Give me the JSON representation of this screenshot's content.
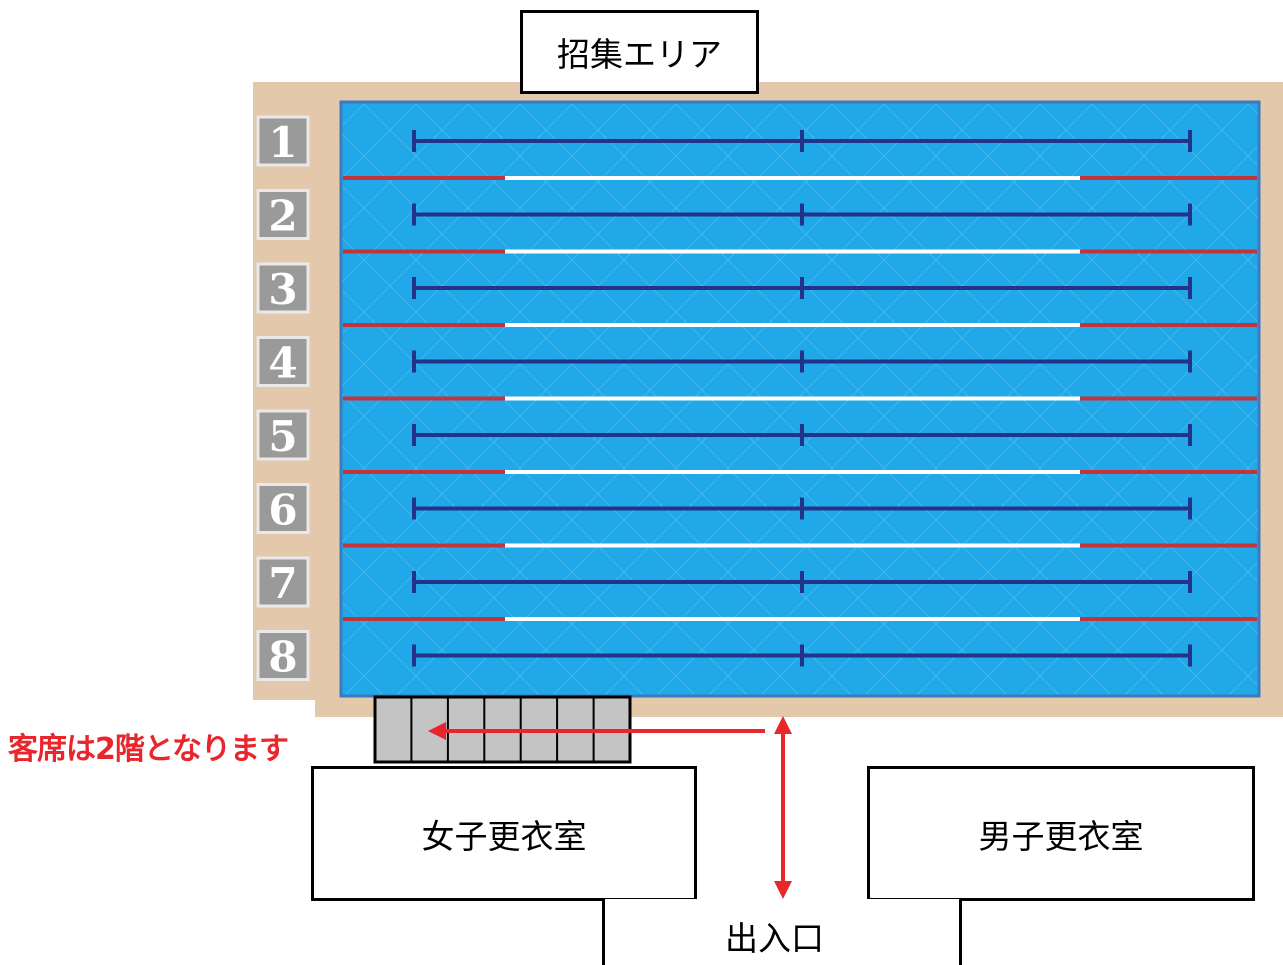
{
  "labels": {
    "call_area": "招集エリア",
    "seats_note": "客席は2階となります",
    "womens_locker": "女子更衣室",
    "mens_locker": "男子更衣室",
    "entrance": "出入口"
  },
  "lanes": [
    "1",
    "2",
    "3",
    "4",
    "5",
    "6",
    "7",
    "8"
  ],
  "colors": {
    "deck": "#e3c8ab",
    "water": "#20a8e8",
    "water_edge": "#3a7bc0",
    "lane_marker": "#23338a",
    "rope_red": "#c4323a",
    "rope_white": "#ffffff",
    "lane_block": "#9a9a9a",
    "arrow_red": "#e8262b",
    "stands": "#c4c4c4"
  }
}
